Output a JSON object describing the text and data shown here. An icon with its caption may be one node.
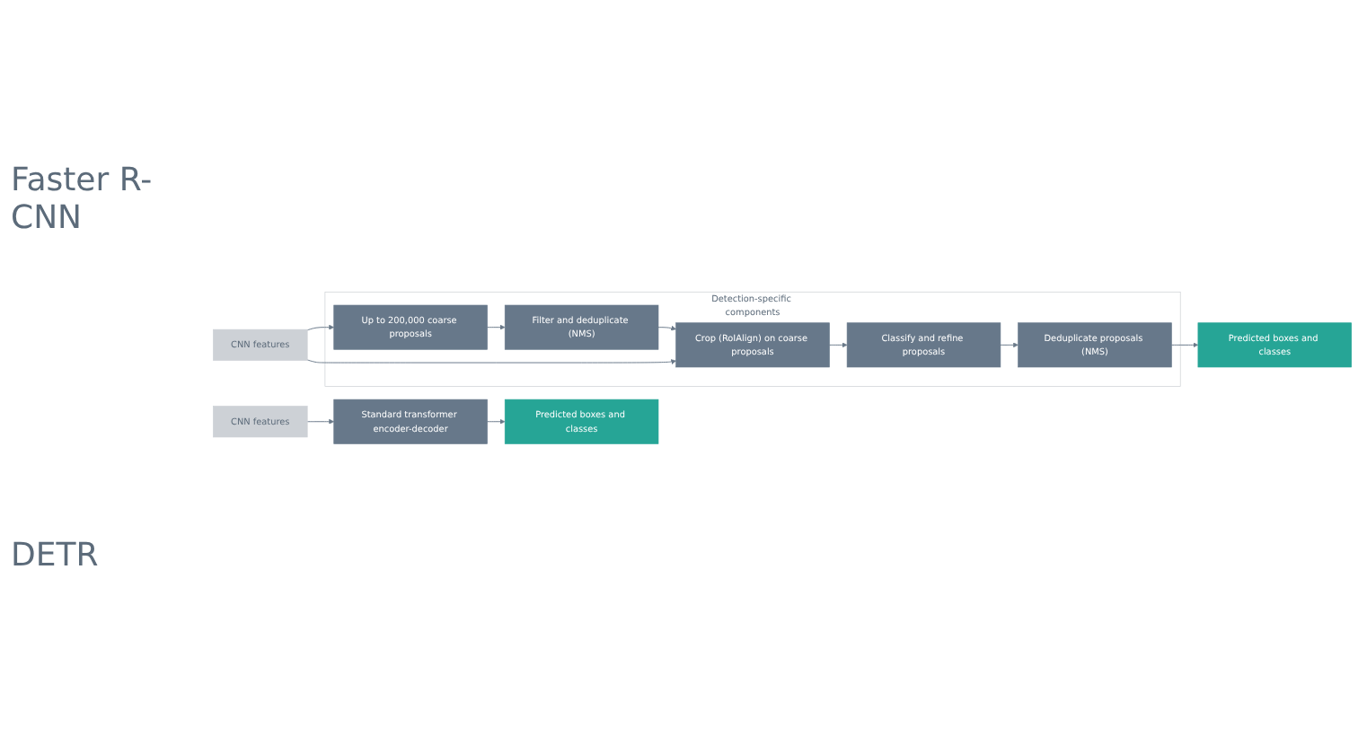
{
  "diagram": {
    "nodes": [
      {
        "text": [
          "Detection-specific components"
        ]
      },
      {
        "text": [
          "Up to 200,000 coarse proposals"
        ],
        "in": 0
      },
      {
        "text": [
          "Filter and deduplicate (NMS)"
        ],
        "in": 0
      },
      {
        "text": [
          "CNN features"
        ]
      },
      {
        "text": [
          "Crop (RoIAlign) on coarse proposals"
        ],
        "in": 0
      },
      {
        "text": [
          "Classify and refine proposals"
        ],
        "in": 0
      },
      {
        "text": [
          "Deduplicate proposals (NMS)"
        ],
        "in": 0
      },
      {
        "text": [
          "Predicted boxes and classes"
        ]
      },
      {
        "text": [
          "CNN features"
        ]
      },
      {
        "text": [
          "Standard transformer encoder-decoder"
        ]
      },
      {
        "text": [
          "Predicted boxes and classes"
        ]
      }
    ],
    "edges": [
      {
        "from": 3,
        "to": 1,
        "arrow": "to"
      },
      {
        "from": 1,
        "to": 2,
        "arrow": "to"
      },
      {
        "from": 2,
        "to": 4,
        "arrow": "to"
      },
      {
        "from": 3,
        "to": 4,
        "arrow": "to"
      },
      {
        "from": 4,
        "to": 5,
        "arrow": "to"
      },
      {
        "from": 5,
        "to": 6,
        "arrow": "to"
      },
      {
        "from": 6,
        "to": 7,
        "arrow": "to"
      },
      {
        "from": 8,
        "to": 9,
        "arrow": "to"
      },
      {
        "from": 9,
        "to": 10,
        "arrow": "to"
      }
    ],
    "labels": [
      "Faster R-CNN",
      "DETR"
    ]
  }
}
